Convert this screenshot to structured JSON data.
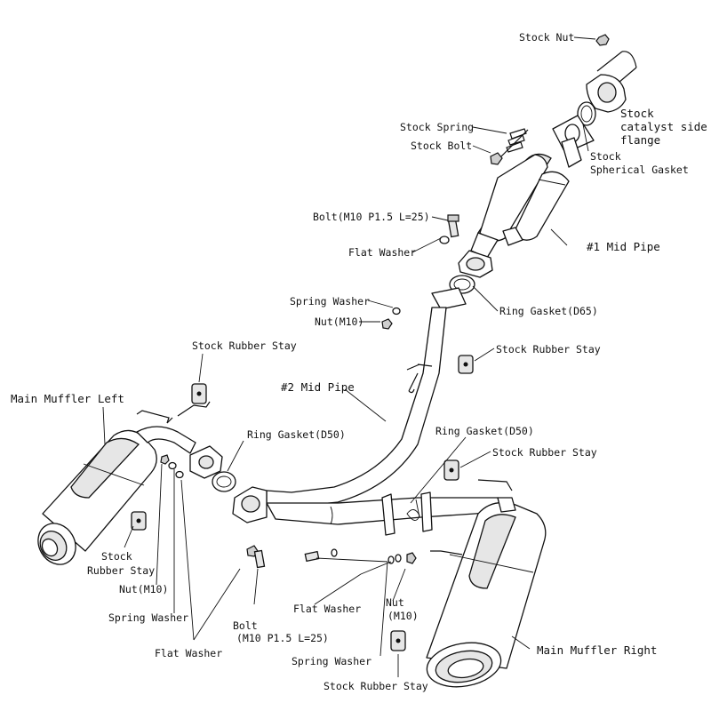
{
  "labels": {
    "stock_nut": "Stock Nut",
    "stock_catalyst_1": "Stock",
    "stock_catalyst_2": "catalyst side",
    "stock_catalyst_3": "flange",
    "stock_spring": "Stock Spring",
    "stock_bolt": "Stock Bolt",
    "stock_spherical_1": "Stock",
    "stock_spherical_2": "Spherical Gasket",
    "bolt_top": "Bolt(M10 P1.5 L=25)",
    "flat_washer_top": "Flat Washer",
    "mid_pipe_1": "#1 Mid Pipe",
    "spring_washer_top": "Spring Washer",
    "nut_top": "Nut(M10)",
    "ring_gasket_d65": "Ring Gasket(D65)",
    "stock_rubber_stay_mid": "Stock Rubber Stay",
    "stock_rubber_stay_left_top": "Stock Rubber Stay",
    "mid_pipe_2": "#2 Mid Pipe",
    "main_muffler_left": "Main Muffler Left",
    "ring_gasket_d50_left": "Ring Gasket(D50)",
    "ring_gasket_d50_right": "Ring Gasket(D50)",
    "stock_rubber_stay_right": "Stock Rubber Stay",
    "stock_rubber_stay_left_1": "Stock",
    "stock_rubber_stay_left_2": "Rubber Stay",
    "nut_left": "Nut(M10)",
    "spring_washer_left": "Spring Washer",
    "flat_washer_left": "Flat Washer",
    "bolt_bottom_1": "Bolt",
    "bolt_bottom_2": "(M10 P1.5 L=25)",
    "flat_washer_bottom": "Flat Washer",
    "nut_right_1": "Nut",
    "nut_right_2": "(M10)",
    "spring_washer_bottom": "Spring Washer",
    "main_muffler_right": "Main Muffler Right",
    "stock_rubber_stay_bottom": "Stock Rubber Stay"
  }
}
